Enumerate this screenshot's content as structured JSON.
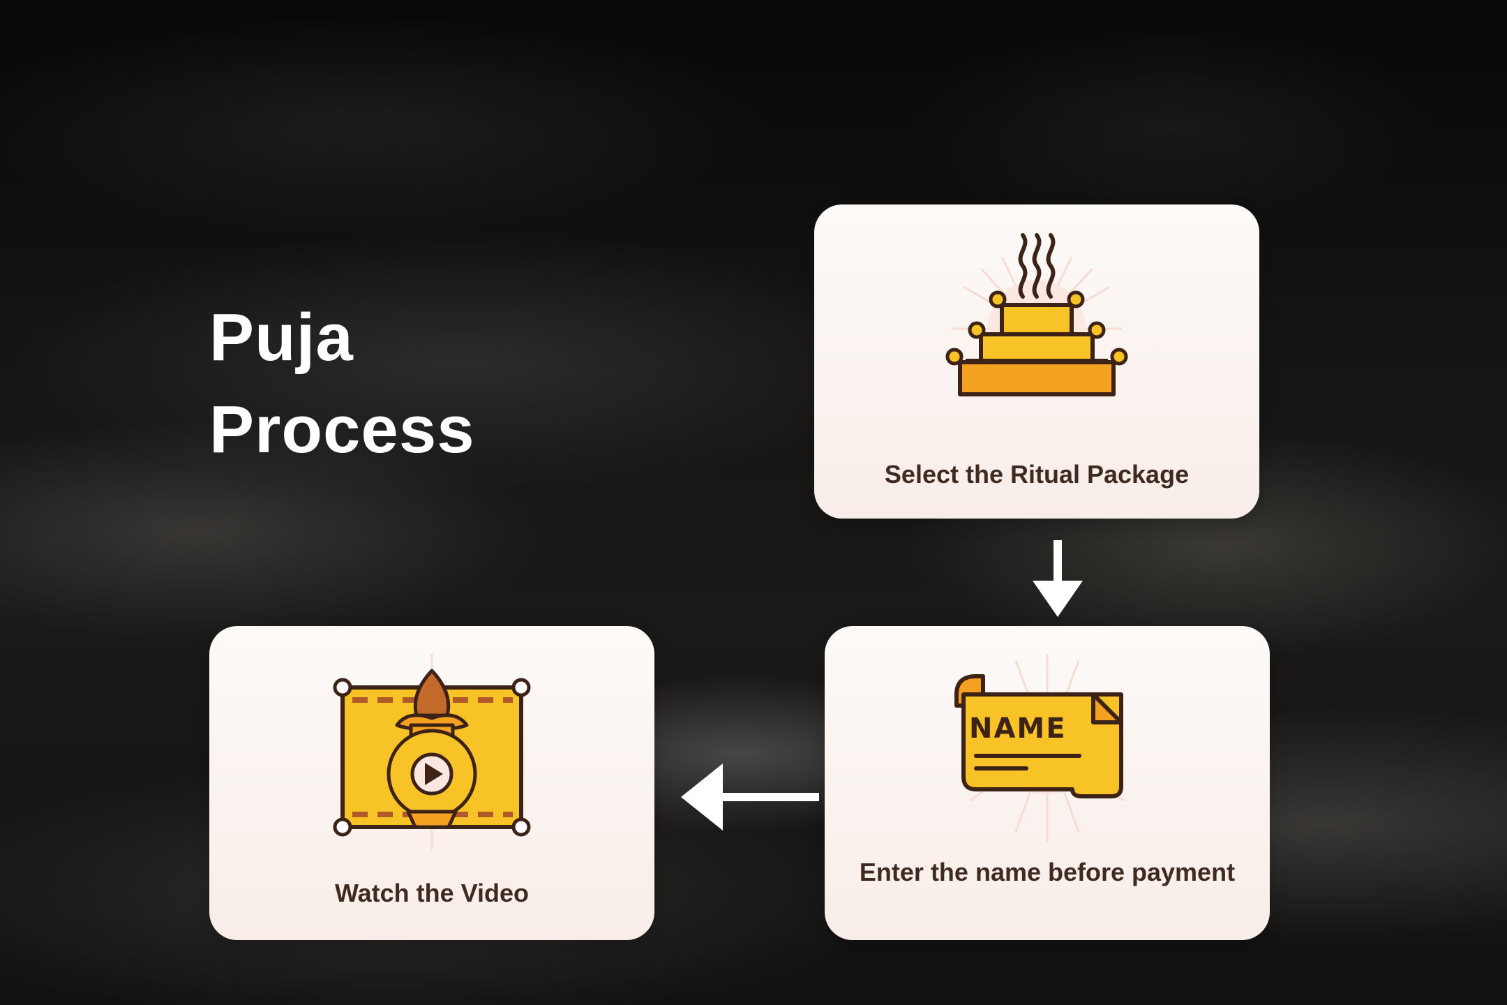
{
  "title_lines": [
    "Puja",
    "Process"
  ],
  "steps": [
    {
      "label": "Select the Ritual Package",
      "icon": "temple-altar-icon"
    },
    {
      "label": "Enter the name before payment",
      "icon": "name-scroll-icon",
      "icon_text": "NAME"
    },
    {
      "label": "Watch the Video",
      "icon": "kalash-video-icon"
    }
  ],
  "colors": {
    "accent_yellow": "#F8C326",
    "accent_orange": "#F4A021",
    "outline_brown": "#3D2317",
    "card_bg": "#FBF3F0",
    "text_brown": "#3F2A20"
  }
}
